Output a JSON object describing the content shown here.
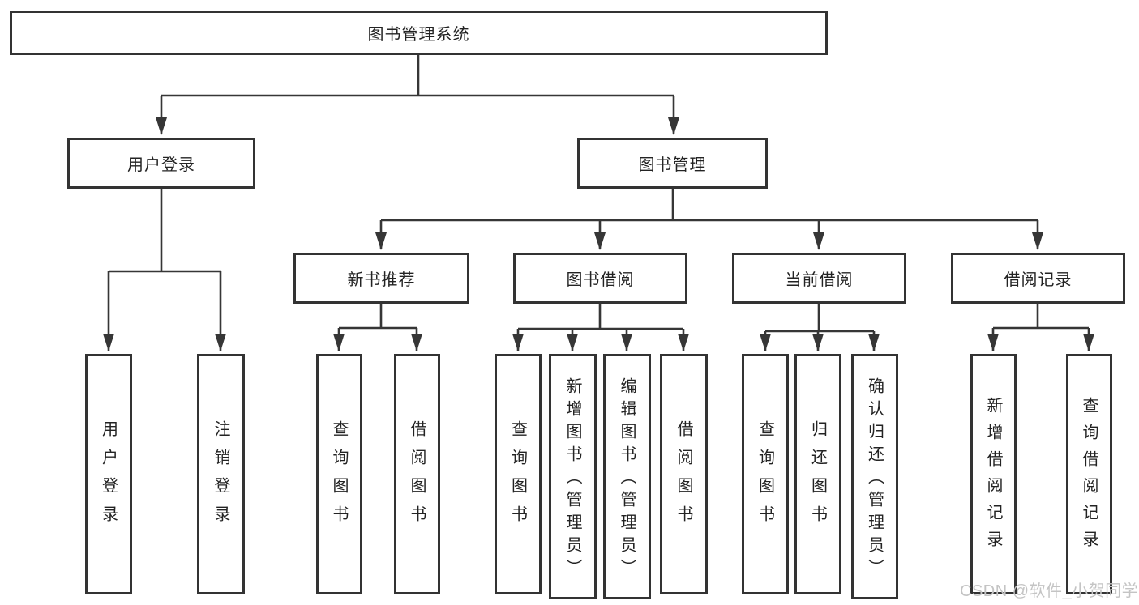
{
  "diagram": {
    "root": {
      "label": "图书管理系统"
    },
    "level2": [
      {
        "label": "用户登录"
      },
      {
        "label": "图书管理"
      }
    ],
    "level3": [
      {
        "label": "新书推荐"
      },
      {
        "label": "图书借阅"
      },
      {
        "label": "当前借阅"
      },
      {
        "label": "借阅记录"
      }
    ],
    "leaves": {
      "user_login": [
        "用户登录",
        "注销登录"
      ],
      "new_book_recommend": [
        "查询图书",
        "借阅图书"
      ],
      "book_borrow": [
        "查询图书",
        "新增图书（管理员）",
        "编辑图书（管理员）",
        "借阅图书"
      ],
      "current_borrow": [
        "查询图书",
        "归还图书",
        "确认归还（管理员）"
      ],
      "borrow_record": [
        "新增借阅记录",
        "查询借阅记录"
      ]
    }
  },
  "watermark": {
    "text": "CSDN @软件_小贺同学"
  },
  "colors": {
    "line": "#363636",
    "border": "#333333",
    "text": "#232323",
    "watermark": "#c4c4c4",
    "background": "#ffffff"
  }
}
